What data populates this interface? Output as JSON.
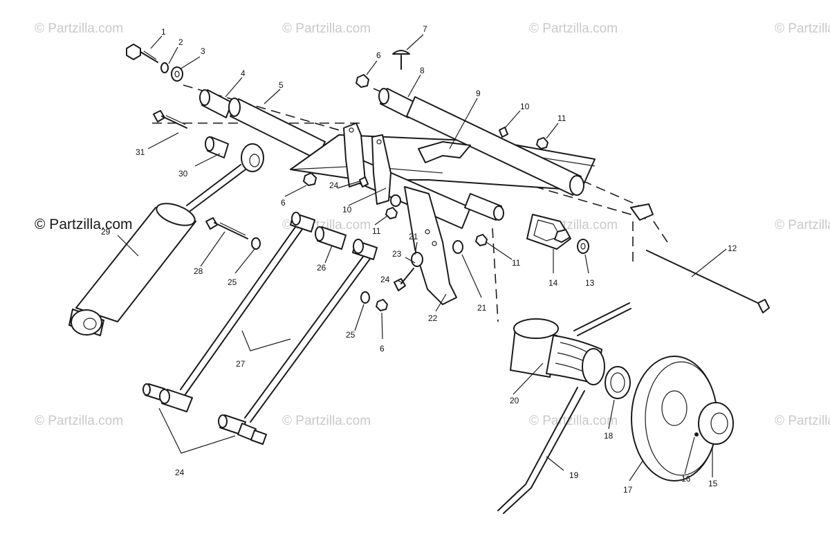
{
  "watermark": {
    "text": "© Partzilla.com"
  },
  "callouts": [
    "1",
    "2",
    "3",
    "4",
    "5",
    "6",
    "7",
    "8",
    "9",
    "10",
    "10",
    "11",
    "11",
    "11",
    "12",
    "13",
    "14",
    "15",
    "16",
    "17",
    "18",
    "19",
    "20",
    "21",
    "21",
    "22",
    "23",
    "24",
    "24",
    "24",
    "25",
    "25",
    "26",
    "27",
    "28",
    "29",
    "30",
    "31",
    "6",
    "6"
  ]
}
